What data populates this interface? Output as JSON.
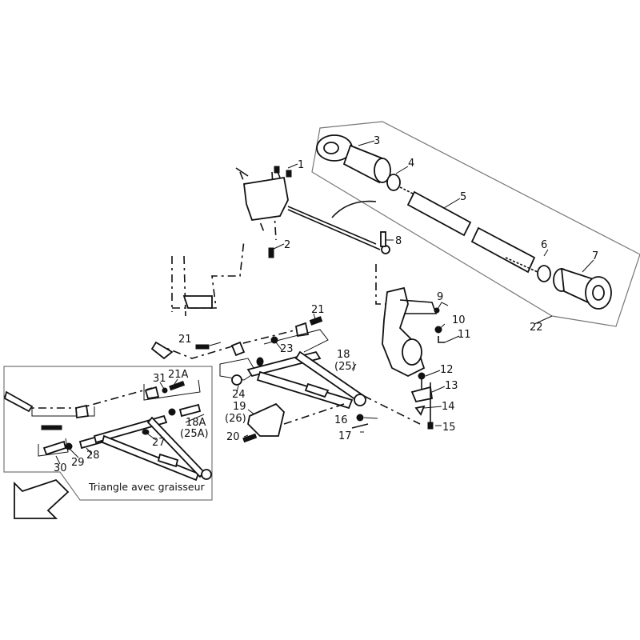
{
  "diagram": {
    "caption": "Triangle avec graisseur",
    "labels": {
      "p1": "1",
      "p2": "2",
      "p3": "3",
      "p4": "4",
      "p5": "5",
      "p6": "6",
      "p7": "7",
      "p8": "8",
      "p9": "9",
      "p10": "10",
      "p11": "11",
      "p12": "12",
      "p13": "13",
      "p14": "14",
      "p15": "15",
      "p16": "16",
      "p17": "17",
      "p18": "18",
      "p25": "(25)",
      "p19": "19",
      "p26": "(26)",
      "p20": "20",
      "p21a": "21",
      "p21b": "21",
      "p22": "22",
      "p23": "23",
      "p24": "24",
      "p31": "31",
      "p21A": "21A",
      "p18A": "18A",
      "p25A": "(25A)",
      "p27": "27",
      "p28": "28",
      "p29": "29",
      "p30": "30"
    }
  }
}
